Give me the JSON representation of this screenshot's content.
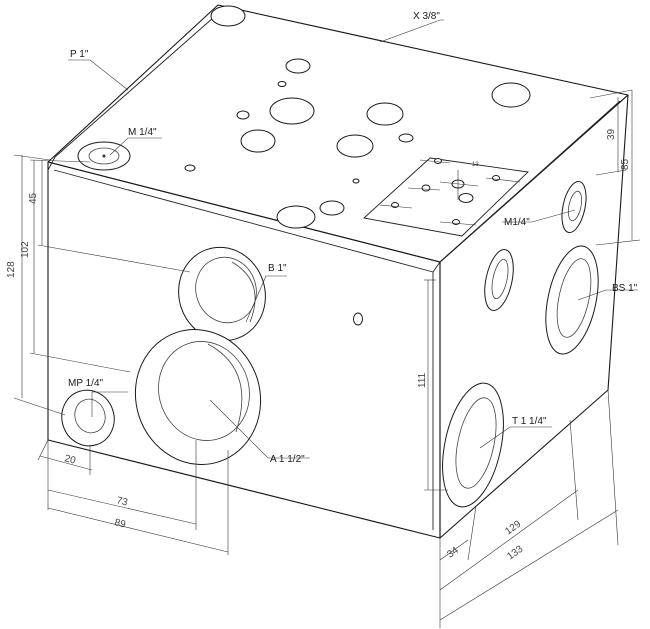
{
  "ports": {
    "x": "X 3/8\"",
    "p": "P 1\"",
    "m_top": "M 1/4\"",
    "m_right": "M1/4\"",
    "b": "B 1\"",
    "bs": "BS 1\"",
    "mp": "MP 1/4\"",
    "a": "A 1 1/2\"",
    "t": "T 1 1/4\""
  },
  "dimensions": {
    "d128": "128",
    "d102": "102",
    "d45": "45",
    "d39": "39",
    "d85": "85",
    "d111": "111",
    "d20": "20",
    "d73": "73",
    "d89": "89",
    "d34": "34",
    "d129": "129",
    "d133": "133"
  },
  "top_markings": {
    "n13": "13"
  }
}
